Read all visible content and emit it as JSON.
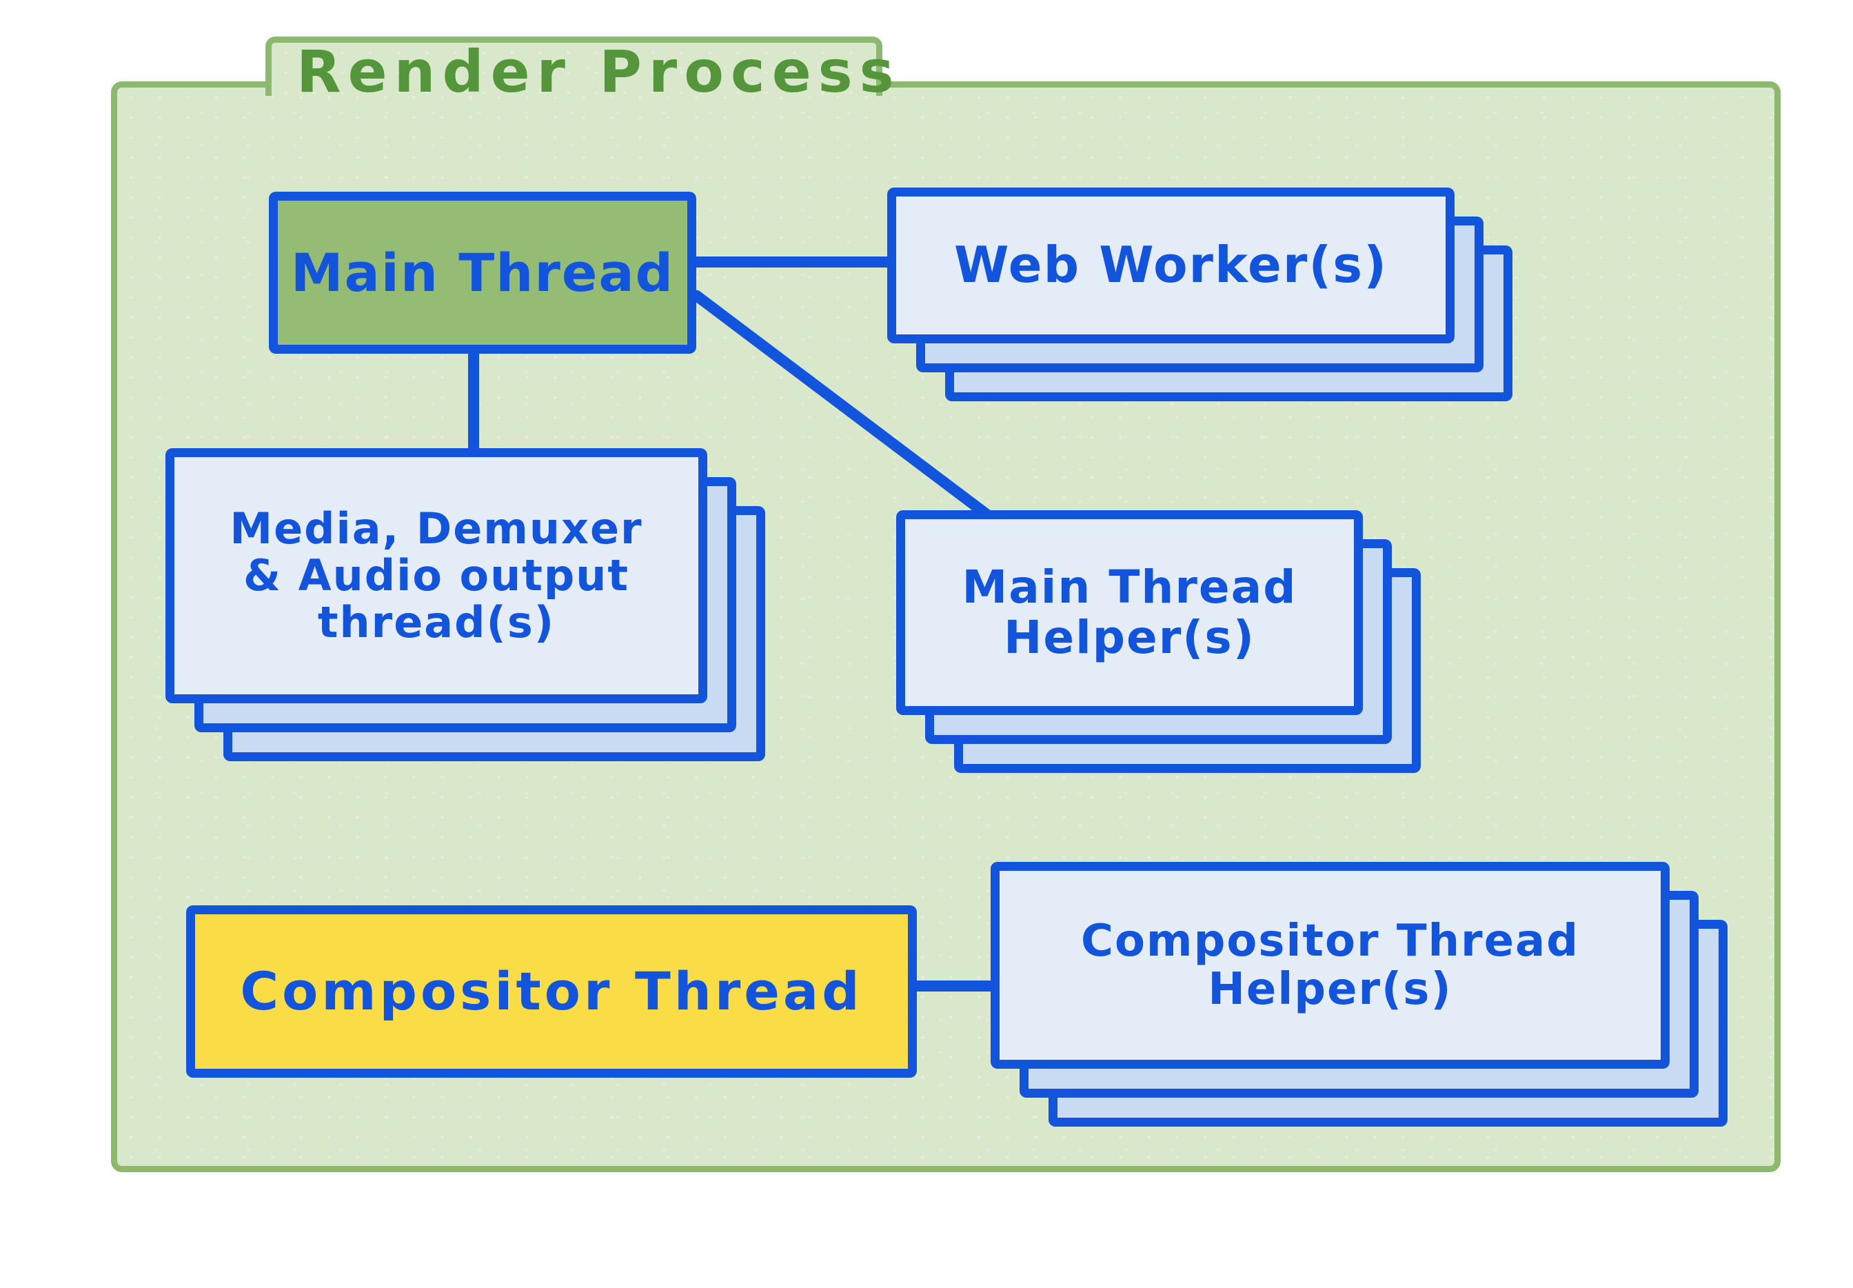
{
  "title": "Render Process",
  "colors": {
    "folder_fill": "#d9e8cb",
    "folder_border": "#8db96e",
    "title_green": "#55963c",
    "ink_blue": "#1254db",
    "card_front": "#e4ecf8",
    "card_back": "#c9dbf2",
    "main_thread_fill": "#95bc74",
    "compositor_fill": "#fadc47"
  },
  "nodes": {
    "main_thread": {
      "label": "Main Thread"
    },
    "web_workers": {
      "label": "Web Worker(s)"
    },
    "media_threads": {
      "lines": [
        "Media, Demuxer",
        "& Audio output",
        "thread(s)"
      ]
    },
    "main_thread_helpers": {
      "lines": [
        "Main Thread",
        "Helper(s)"
      ]
    },
    "compositor_thread": {
      "label": "Compositor Thread"
    },
    "compositor_thread_helpers": {
      "lines": [
        "Compositor Thread",
        "Helper(s)"
      ]
    }
  },
  "edges": [
    {
      "from": "main_thread",
      "to": "web_workers"
    },
    {
      "from": "main_thread",
      "to": "media_threads"
    },
    {
      "from": "main_thread",
      "to": "main_thread_helpers"
    },
    {
      "from": "compositor_thread",
      "to": "compositor_thread_helpers"
    }
  ]
}
